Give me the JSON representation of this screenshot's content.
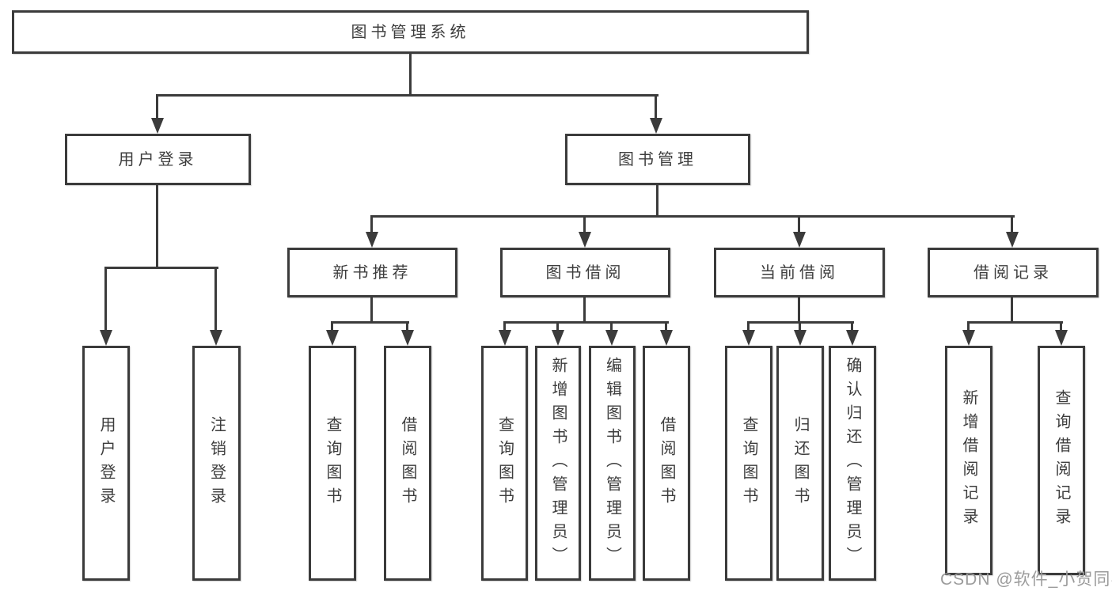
{
  "colors": {
    "line": "#3b3b3b",
    "box_border": "#3b3b3b",
    "box_fill": "#ffffff",
    "text": "#3d3d3d",
    "watermark": "#9b9b9b",
    "background": "#ffffff"
  },
  "watermark": {
    "text": "CSDN @软件_小贺同学"
  },
  "tree": {
    "root": {
      "label": "图书管理系统",
      "children": [
        {
          "label": "用户登录",
          "children": [
            {
              "label": "用户登录"
            },
            {
              "label": "注销登录"
            }
          ]
        },
        {
          "label": "图书管理",
          "children": [
            {
              "label": "新书推荐",
              "children": [
                {
                  "label": "查询图书"
                },
                {
                  "label": "借阅图书"
                }
              ]
            },
            {
              "label": "图书借阅",
              "children": [
                {
                  "label": "查询图书"
                },
                {
                  "label": "新增图书（管理员）"
                },
                {
                  "label": "编辑图书（管理员）"
                },
                {
                  "label": "借阅图书"
                }
              ]
            },
            {
              "label": "当前借阅",
              "children": [
                {
                  "label": "查询图书"
                },
                {
                  "label": "归还图书"
                },
                {
                  "label": "确认归还（管理员）"
                }
              ]
            },
            {
              "label": "借阅记录",
              "children": [
                {
                  "label": "新增借阅记录"
                },
                {
                  "label": "查询借阅记录"
                }
              ]
            }
          ]
        }
      ]
    }
  }
}
